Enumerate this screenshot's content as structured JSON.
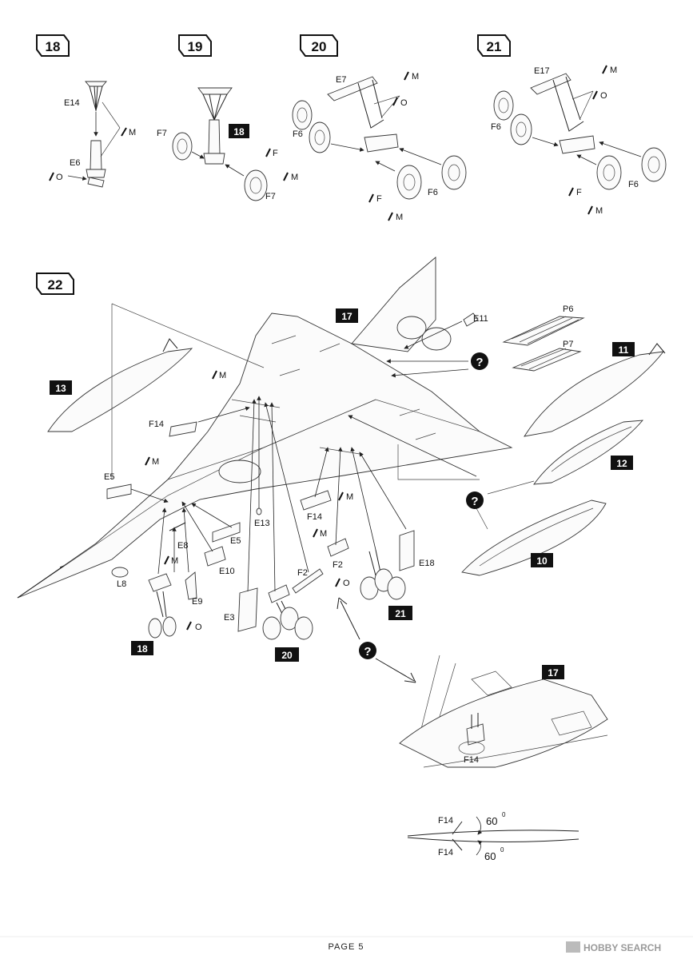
{
  "steps": {
    "s18": {
      "number": "18",
      "labels": {
        "e14": "E14",
        "e6": "E6",
        "m": "M",
        "o": "O"
      }
    },
    "s19": {
      "number": "19",
      "labels": {
        "f7a": "F7",
        "f7b": "F7",
        "f": "F",
        "m": "M"
      },
      "ref": "18"
    },
    "s20": {
      "number": "20",
      "labels": {
        "e7": "E7",
        "m1": "M",
        "o": "O",
        "f6a": "F6",
        "f6b": "F6",
        "f": "F",
        "m2": "M"
      }
    },
    "s21": {
      "number": "21",
      "labels": {
        "e17": "E17",
        "m1": "M",
        "o": "O",
        "f6a": "F6",
        "f6b": "F6",
        "f": "F",
        "m2": "M"
      }
    },
    "s22": {
      "number": "22",
      "refs": {
        "r17": "17",
        "r13": "13",
        "r11": "11",
        "r12": "12",
        "r10": "10",
        "r18": "18",
        "r20": "20",
        "r21": "21",
        "r17b": "17"
      },
      "labels": {
        "e11": "E11",
        "p6": "P6",
        "p7": "P7",
        "m_top": "M",
        "f14a": "F14",
        "m_left": "M",
        "e5a": "E5",
        "e5b": "E5",
        "e13": "E13",
        "f14b": "F14",
        "m_mid": "M",
        "m_right": "M",
        "e8": "E8",
        "e10": "E10",
        "l8": "L8",
        "m_gear": "M",
        "e9": "E9",
        "o_left": "O",
        "f2a": "F2",
        "f2b": "F2",
        "o_mid": "O",
        "e18": "E18",
        "e3": "E3",
        "f14c": "F14"
      },
      "question_mark": "?"
    },
    "angle_diagram": {
      "f14_top": "F14",
      "f14_bottom": "F14",
      "angle_top": "60",
      "angle_bottom": "60",
      "degree": "0"
    }
  },
  "footer": {
    "page": "PAGE 5",
    "watermark": "HOBBY SEARCH"
  }
}
